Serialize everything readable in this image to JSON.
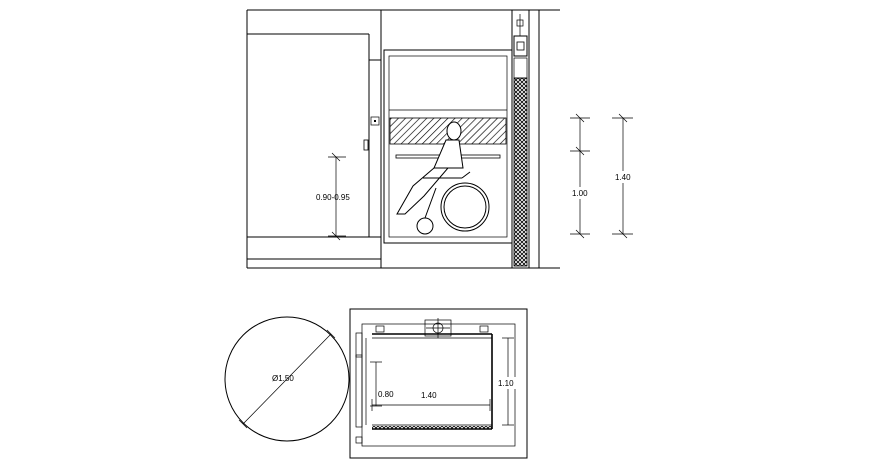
{
  "elevation": {
    "handrail_height_label": "0.90-0.95",
    "car_panel_height_label": "1.00",
    "overall_height_label": "1.40"
  },
  "plan": {
    "turning_circle_label": "Ø1.50",
    "door_width_label": "0.80",
    "car_width_label": "1.40",
    "car_depth_label": "1.10"
  }
}
